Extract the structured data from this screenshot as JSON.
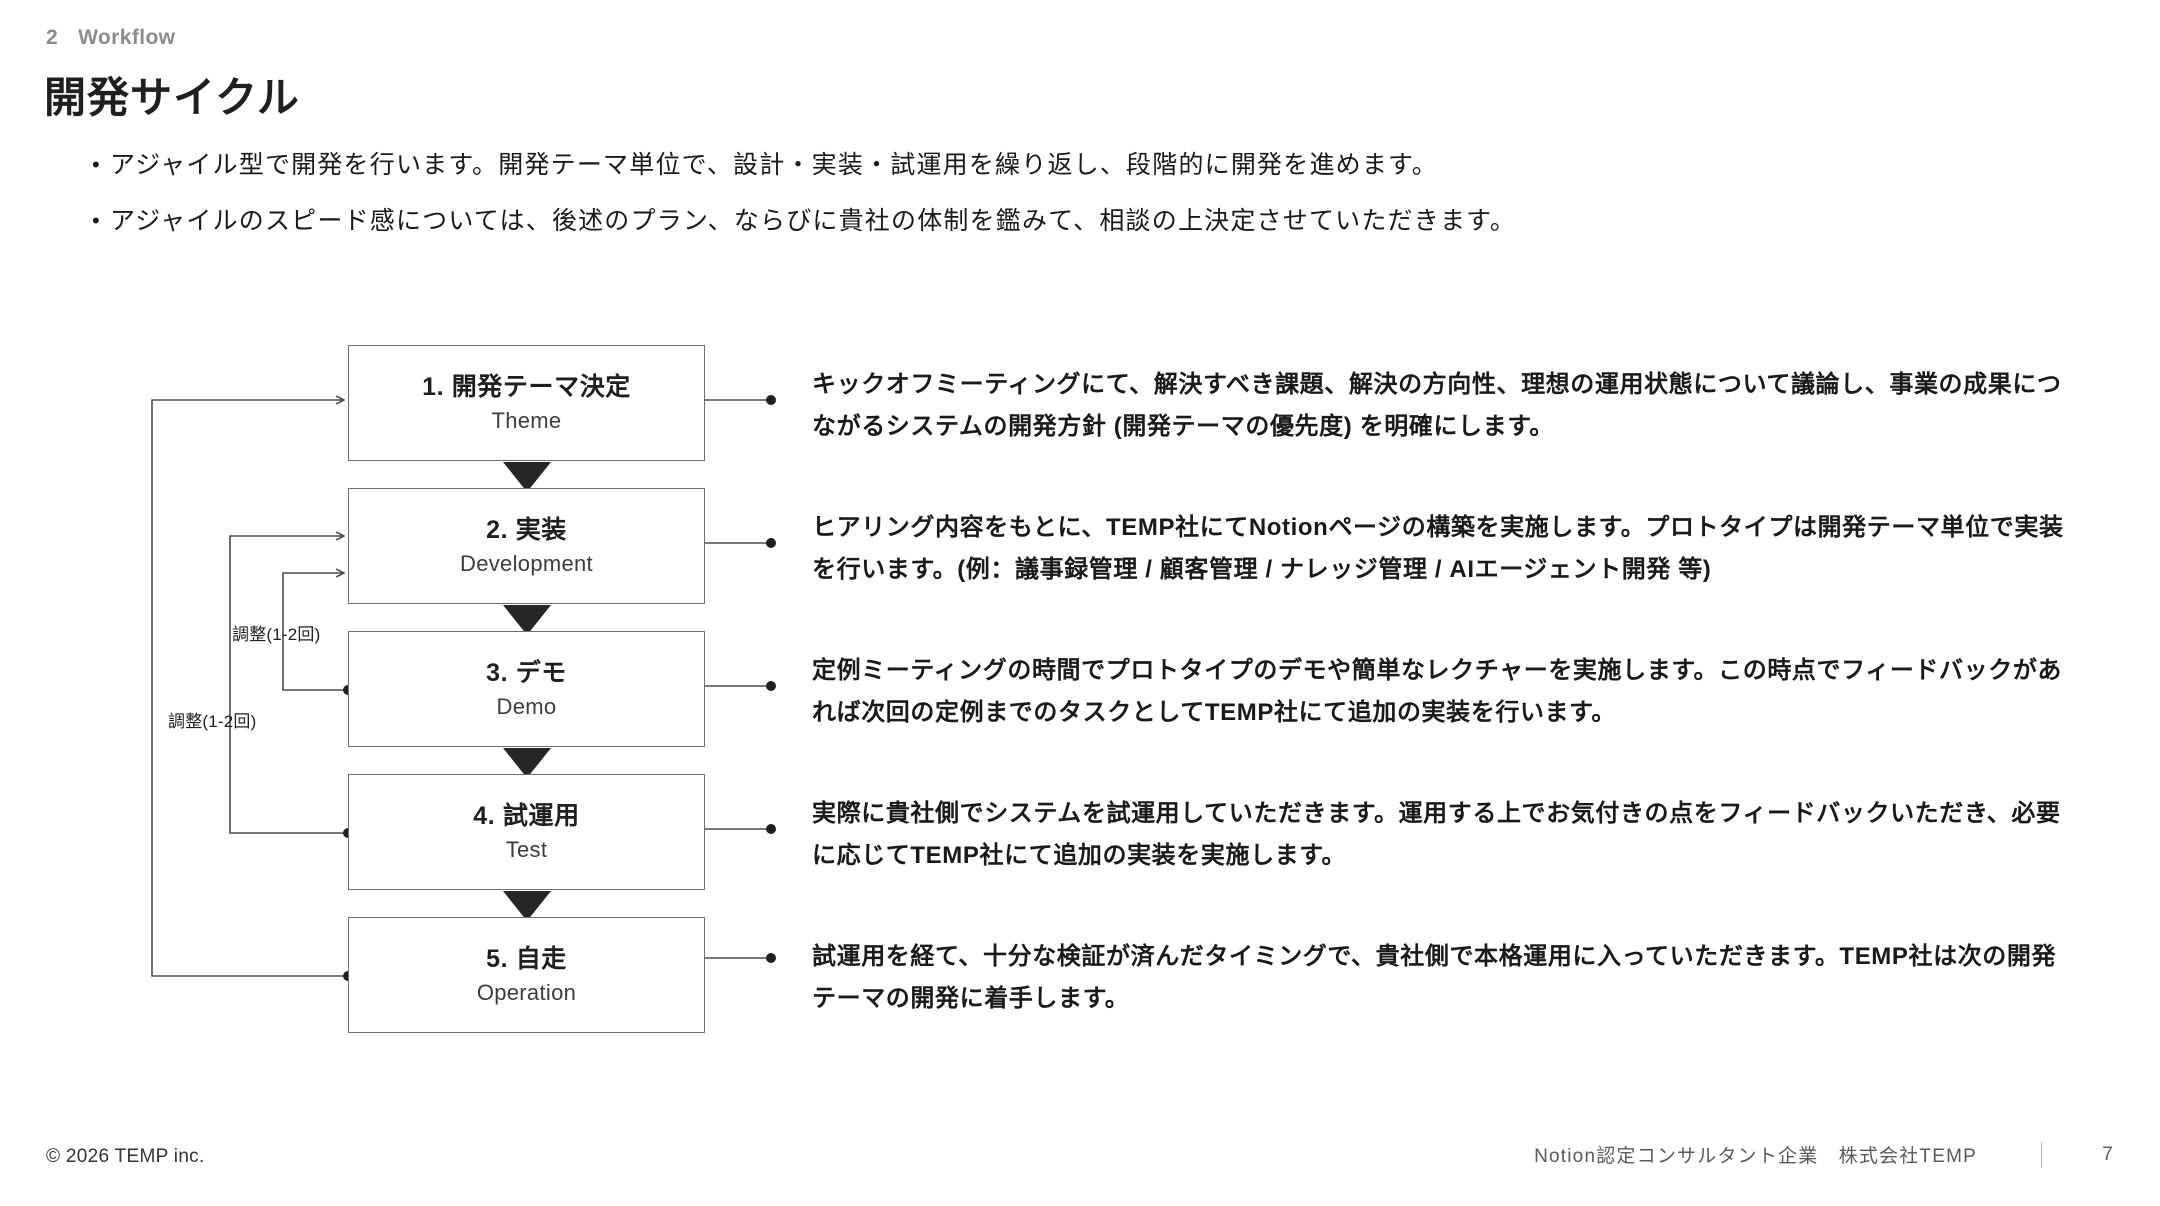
{
  "header": {
    "section_number": "2",
    "section_name": "Workflow",
    "title": "開発サイクル"
  },
  "bullets": [
    {
      "marker": "•",
      "text": "アジャイル型で開発を行います。開発テーマ単位で、設計・実装・試運用を繰り返し、段階的に開発を進めます。"
    },
    {
      "marker": "•",
      "text": "アジャイルのスピード感については、後述のプラン、ならびに貴社の体制を鑑みて、相談の上決定させていただきます。"
    }
  ],
  "flow": {
    "steps": [
      {
        "title": "1. 開発テーマ決定",
        "subtitle": "Theme"
      },
      {
        "title": "2. 実装",
        "subtitle": "Development"
      },
      {
        "title": "3. デモ",
        "subtitle": "Demo"
      },
      {
        "title": "4. 試運用",
        "subtitle": "Test"
      },
      {
        "title": "5. 自走",
        "subtitle": "Operation"
      }
    ],
    "loop_labels": [
      {
        "text": "調整(1-2回)"
      },
      {
        "text": "調整(1-2回)"
      }
    ],
    "descriptions": [
      "キックオフミーティングにて、解決すべき課題、解決の方向性、理想の運用状態について議論し、事業の成果につながるシステムの開発方針 (開発テーマの優先度) を明確にします。",
      "ヒアリング内容をもとに、TEMP社にてNotionページの構築を実施します。プロトタイプは開発テーマ単位で実装を行います。(例：議事録管理 / 顧客管理 / ナレッジ管理 / AIエージェント開発 等)",
      "定例ミーティングの時間でプロトタイプのデモや簡単なレクチャーを実施します。この時点でフィードバックがあれば次回の定例までのタスクとしてTEMP社にて追加の実装を行います。",
      "実際に貴社側でシステムを試運用していただきます。運用する上でお気付きの点をフィードバックいただき、必要に応じてTEMP社にて追加の実装を実施します。",
      "試運用を経て、十分な検証が済んだタイミングで、貴社側で本格運用に入っていただきます。TEMP社は次の開発テーマの開発に着手します。"
    ]
  },
  "footer": {
    "copyright": "© 2026 TEMP inc.",
    "company": "Notion認定コンサルタント企業　株式会社TEMP",
    "page_number": "7"
  },
  "colors": {
    "text": "#1a1a1a",
    "muted": "#8c8c8c",
    "box_border": "#6f6f6f",
    "connector": "#4d4d4d",
    "background": "#ffffff"
  }
}
